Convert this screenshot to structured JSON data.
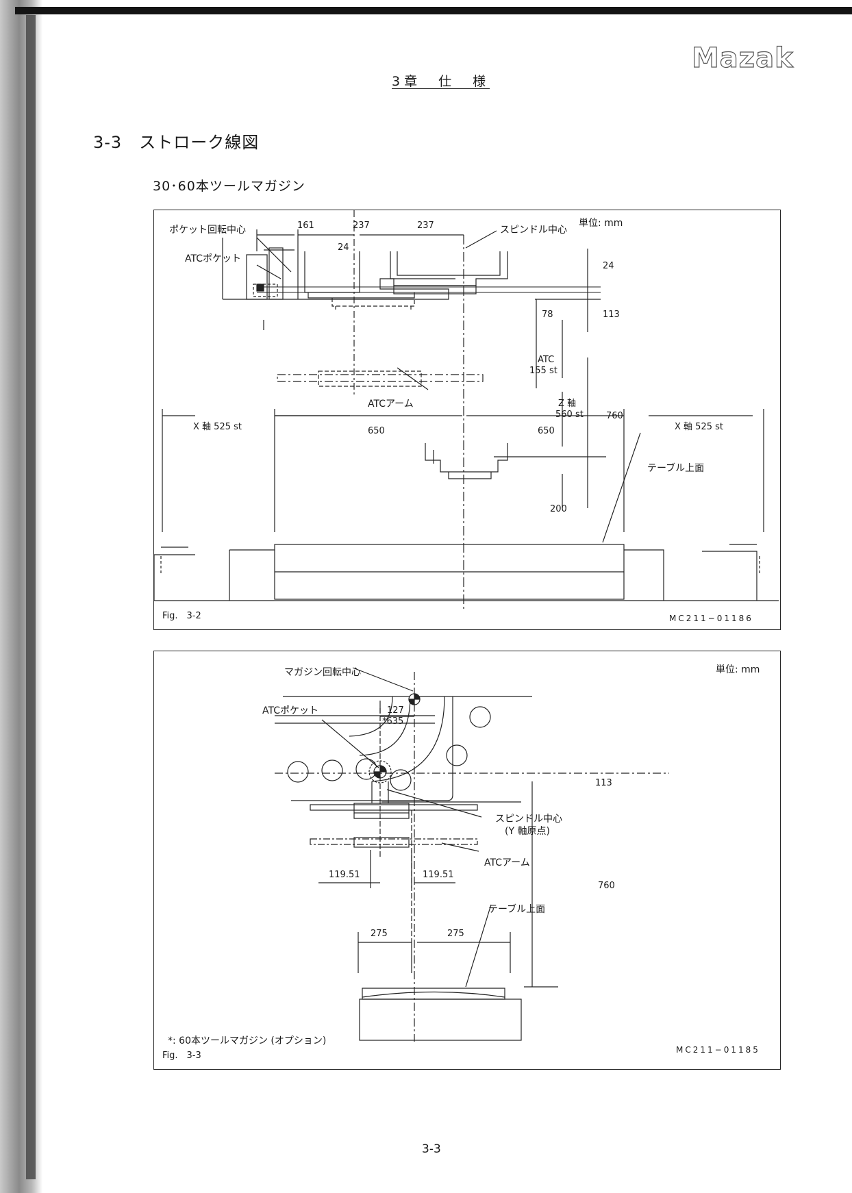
{
  "header": {
    "logo": "Mazak",
    "chapter": "3章　仕　様",
    "section": "3-3　ストローク線図",
    "subtitle": "30･60本ツールマガジン"
  },
  "fig1": {
    "unit": "単位: mm",
    "pocket_center": "ポケット回転中心",
    "atc_pocket": "ATCポケット",
    "spindle_center": "スピンドル中心",
    "atc_arm": "ATCアーム",
    "table_top": "テーブル上面",
    "dim_161": "161",
    "dim_237a": "237",
    "dim_237b": "237",
    "dim_24a": "24",
    "dim_24b": "24",
    "dim_78": "78",
    "dim_113": "113",
    "atc_stroke_1": "ATC",
    "atc_stroke_2": "155 st",
    "z_axis_1": "Z 軸",
    "z_axis_2": "560 st",
    "dim_760": "760",
    "x_axis_left": "X 軸 525 st",
    "dim_650a": "650",
    "dim_650b": "650",
    "x_axis_right": "X 軸 525 st",
    "dim_200": "200",
    "fig_label": "Fig.　3-2",
    "code": "MC211−01186"
  },
  "fig2": {
    "unit": "単位: mm",
    "magazine_center": "マガジン回転中心",
    "atc_pocket": "ATCポケット",
    "dim_127": "127",
    "dim_635": "*635",
    "dim_113": "113",
    "spindle_center": "スピンドル中心",
    "y_origin": "(Y 軸原点)",
    "atc_arm": "ATCアーム",
    "dim_11951a": "119.51",
    "dim_11951b": "119.51",
    "dim_760": "760",
    "table_top": "テーブル上面",
    "dim_275a": "275",
    "dim_275b": "275",
    "note": "*: 60本ツールマガジン (オプション)",
    "fig_label": "Fig.　3-3",
    "code": "MC211−01185"
  },
  "footer": {
    "page_number": "3-3"
  }
}
